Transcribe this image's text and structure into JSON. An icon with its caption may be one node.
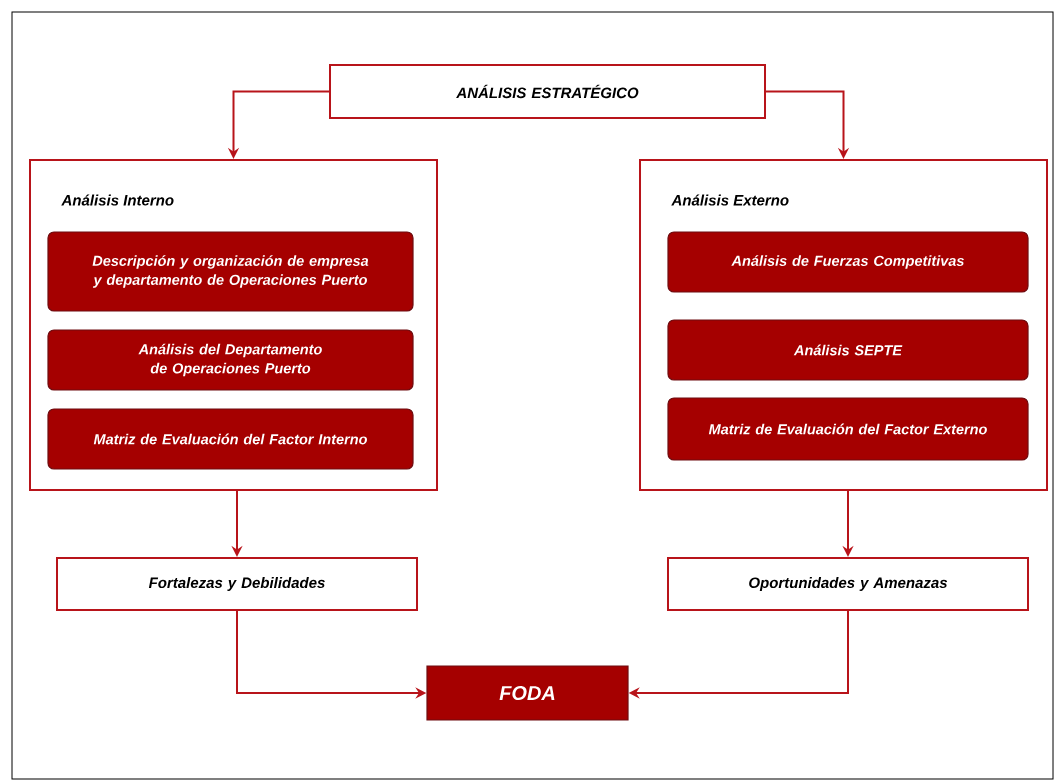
{
  "diagram": {
    "nodes": [
      {
        "text": [
          "ANÁLISIS ESTRATÉGICO"
        ]
      },
      {
        "text": [
          "Análisis Interno"
        ]
      },
      {
        "text": [
          "Descripción y organización de empresa y departamento de Operaciones Puerto"
        ],
        "in": 1
      },
      {
        "text": [
          "Análisis del Departamento de Operaciones Puerto"
        ],
        "in": 1
      },
      {
        "text": [
          "Matriz de Evaluación del Factor Interno"
        ],
        "in": 1
      },
      {
        "text": [
          "Análisis Externo"
        ]
      },
      {
        "text": [
          "Análisis de Fuerzas Competitivas"
        ],
        "in": 5
      },
      {
        "text": [
          "Análisis SEPTE"
        ],
        "in": 5
      },
      {
        "text": [
          "Matriz de Evaluación del Factor Externo"
        ],
        "in": 5
      },
      {
        "text": [
          "Fortalezas y Debilidades"
        ]
      },
      {
        "text": [
          "Oportunidades y Amenazas"
        ]
      },
      {
        "text": [
          "FODA"
        ]
      }
    ],
    "edges": [
      {
        "from": 0,
        "to": 1,
        "arrow": "to"
      },
      {
        "from": 0,
        "to": 5,
        "arrow": "to"
      },
      {
        "from": 1,
        "to": 9,
        "arrow": "to"
      },
      {
        "from": 5,
        "to": 10,
        "arrow": "to"
      },
      {
        "from": 9,
        "to": 11,
        "arrow": "to"
      },
      {
        "from": 10,
        "to": 11,
        "arrow": "to"
      }
    ]
  }
}
